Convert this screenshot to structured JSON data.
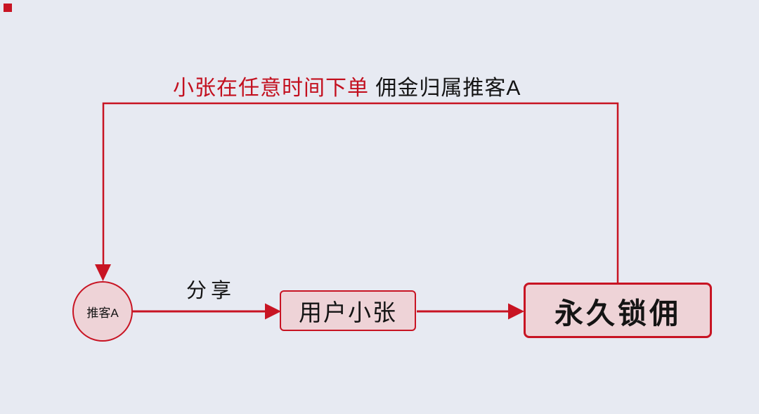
{
  "title": {
    "highlight": "小张在任意时间下单",
    "rest": " 佣金归属推客A"
  },
  "nodes": {
    "promoter": {
      "label": "推客A"
    },
    "user": {
      "label": "用户小张"
    },
    "lock": {
      "label": "永久锁佣"
    }
  },
  "edges": {
    "share_label": "分享",
    "loop_description_red": "小张在任意时间下单",
    "loop_description_black": "佣金归属推客A"
  },
  "colors": {
    "background": "#e7eaf2",
    "accent_red": "#c81423",
    "title_red": "#c3101f",
    "node_fill": "#eed3d7",
    "text_black": "#141414"
  }
}
